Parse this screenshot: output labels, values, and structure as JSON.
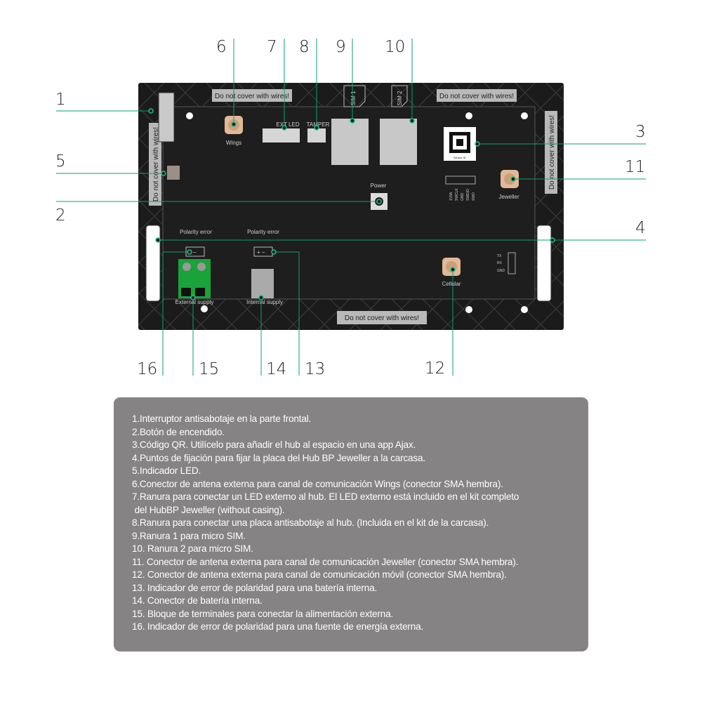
{
  "callouts": [
    "1",
    "2",
    "3",
    "4",
    "5",
    "6",
    "7",
    "8",
    "9",
    "10",
    "11",
    "12",
    "13",
    "14",
    "15",
    "16"
  ],
  "board": {
    "warning": "Do not cover with wires!",
    "labels": {
      "wings": "Wings",
      "ext_led": "EXT LED",
      "tamper": "TAMPER",
      "sim1": "SIM 1",
      "sim2": "SIM 2",
      "device_id": "Device ID",
      "power": "Power",
      "jeweller": "Jeweller",
      "cellular": "Cellular",
      "polarity_error": "Polarity error",
      "external_supply": "External supply",
      "internal_supply": "Internal supply",
      "tx": "TX",
      "rx": "RX",
      "gnd": "GND",
      "plus_minus": "+ −",
      "debug_pins": [
        "1V8A",
        "SWCLK",
        "GND",
        "SWDIO",
        "SWO"
      ]
    },
    "colors": {
      "board": "#1b1b1b",
      "callout": "#0e9e74",
      "terminal": "#1aa33a",
      "antenna": "#e2b896"
    }
  },
  "descriptions": [
    "1.Interruptor antisabotaje en la parte frontal.",
    "2.Botón de encendido.",
    "3.Código QR. Utilícelo para añadir el hub al espacio en una app Ajax.",
    "4.Puntos de fijación para fijar la placa del Hub BP Jeweller a la carcasa.",
    "5.Indicador LED.",
    "6.Conector de antena externa para canal de comunicación Wings (conector SMA hembra).",
    "7.Ranura para conectar un LED externo al hub. El LED externo está incluido en el kit completo",
    " del HubBP Jeweller (without casing).",
    "8.Ranura para conectar una placa antisabotaje al hub. (Incluida en el kit de la carcasa).",
    "9.Ranura 1 para micro SIM.",
    "10. Ranura 2 para micro SIM.",
    "11. Conector de antena externa para canal de comunicación Jeweller (conector SMA hembra).",
    "12. Conector de antena externa para canal de comunicación móvil (conector SMA hembra).",
    "13. Indicador de error de polaridad para una batería interna.",
    "14. Conector de batería interna.",
    "15. Bloque de terminales para conectar la alimentación externa.",
    "16. Indicador de error de polaridad para una fuente de energía externa."
  ]
}
